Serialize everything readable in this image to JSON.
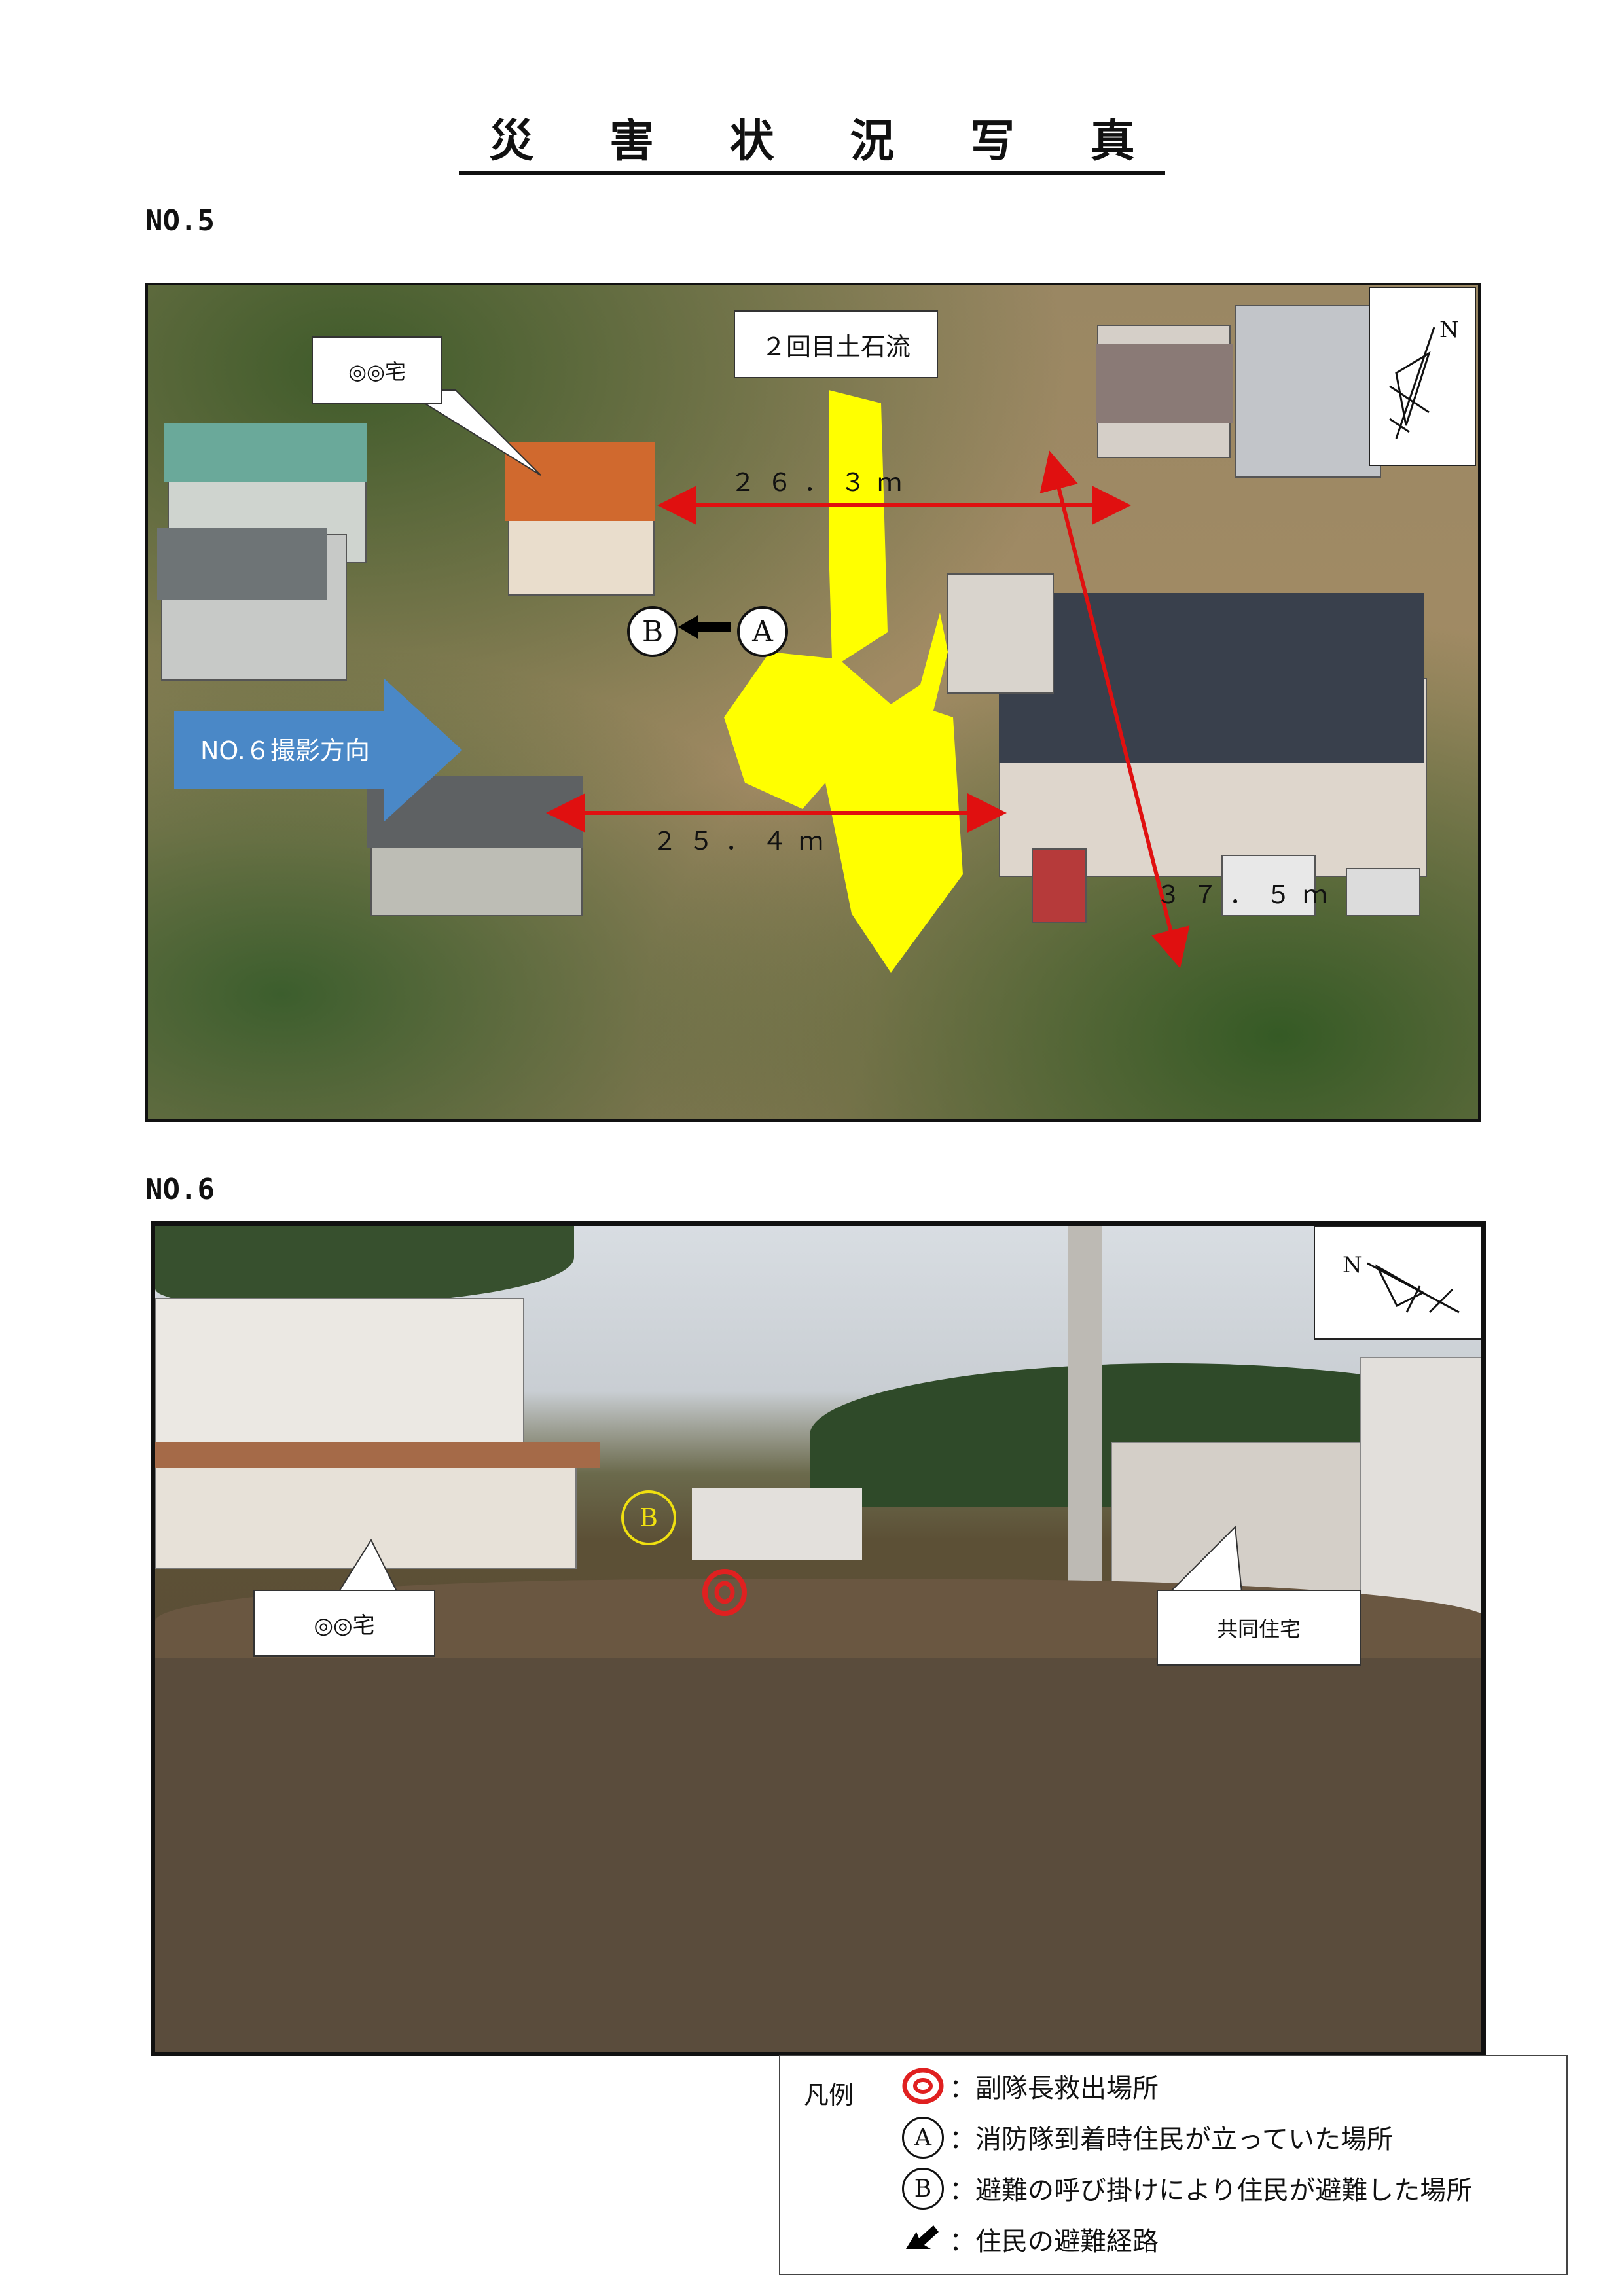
{
  "title": "災 害 状 況 写 真",
  "photo5": {
    "label": "NO.5",
    "house_callout": "◎◎宅",
    "debris_flow_label": "２回目土石流",
    "compass_n": "N",
    "measure_top": "２６．３ｍ",
    "measure_bottom": "２５．４ｍ",
    "measure_diag": "３７．５ｍ",
    "mark_b": "B",
    "mark_a": "A",
    "direction_arrow": "NO.６撮影方向"
  },
  "photo6": {
    "label": "NO.6",
    "compass_n": "N",
    "mark_b": "B",
    "house_callout": "◎◎宅",
    "apartment_callout": "共同住宅"
  },
  "legend": {
    "title": "凡例",
    "items": [
      {
        "symbol": "red-double-circle",
        "text": "：副隊長救出場所"
      },
      {
        "symbol": "circle-a",
        "letter": "A",
        "text": "：消防隊到着時住民が立っていた場所"
      },
      {
        "symbol": "circle-b",
        "letter": "B",
        "text": "：避難の呼び掛けにより住民が避難した場所"
      },
      {
        "symbol": "black-arrow",
        "text": "：住民の避難経路"
      }
    ]
  },
  "colors": {
    "measure_arrow": "#e01010",
    "debris_flow": "#ffff00",
    "direction_arrow": "#4a88c7",
    "marker_red": "#e02020",
    "marker_yellow": "#f0e010"
  }
}
